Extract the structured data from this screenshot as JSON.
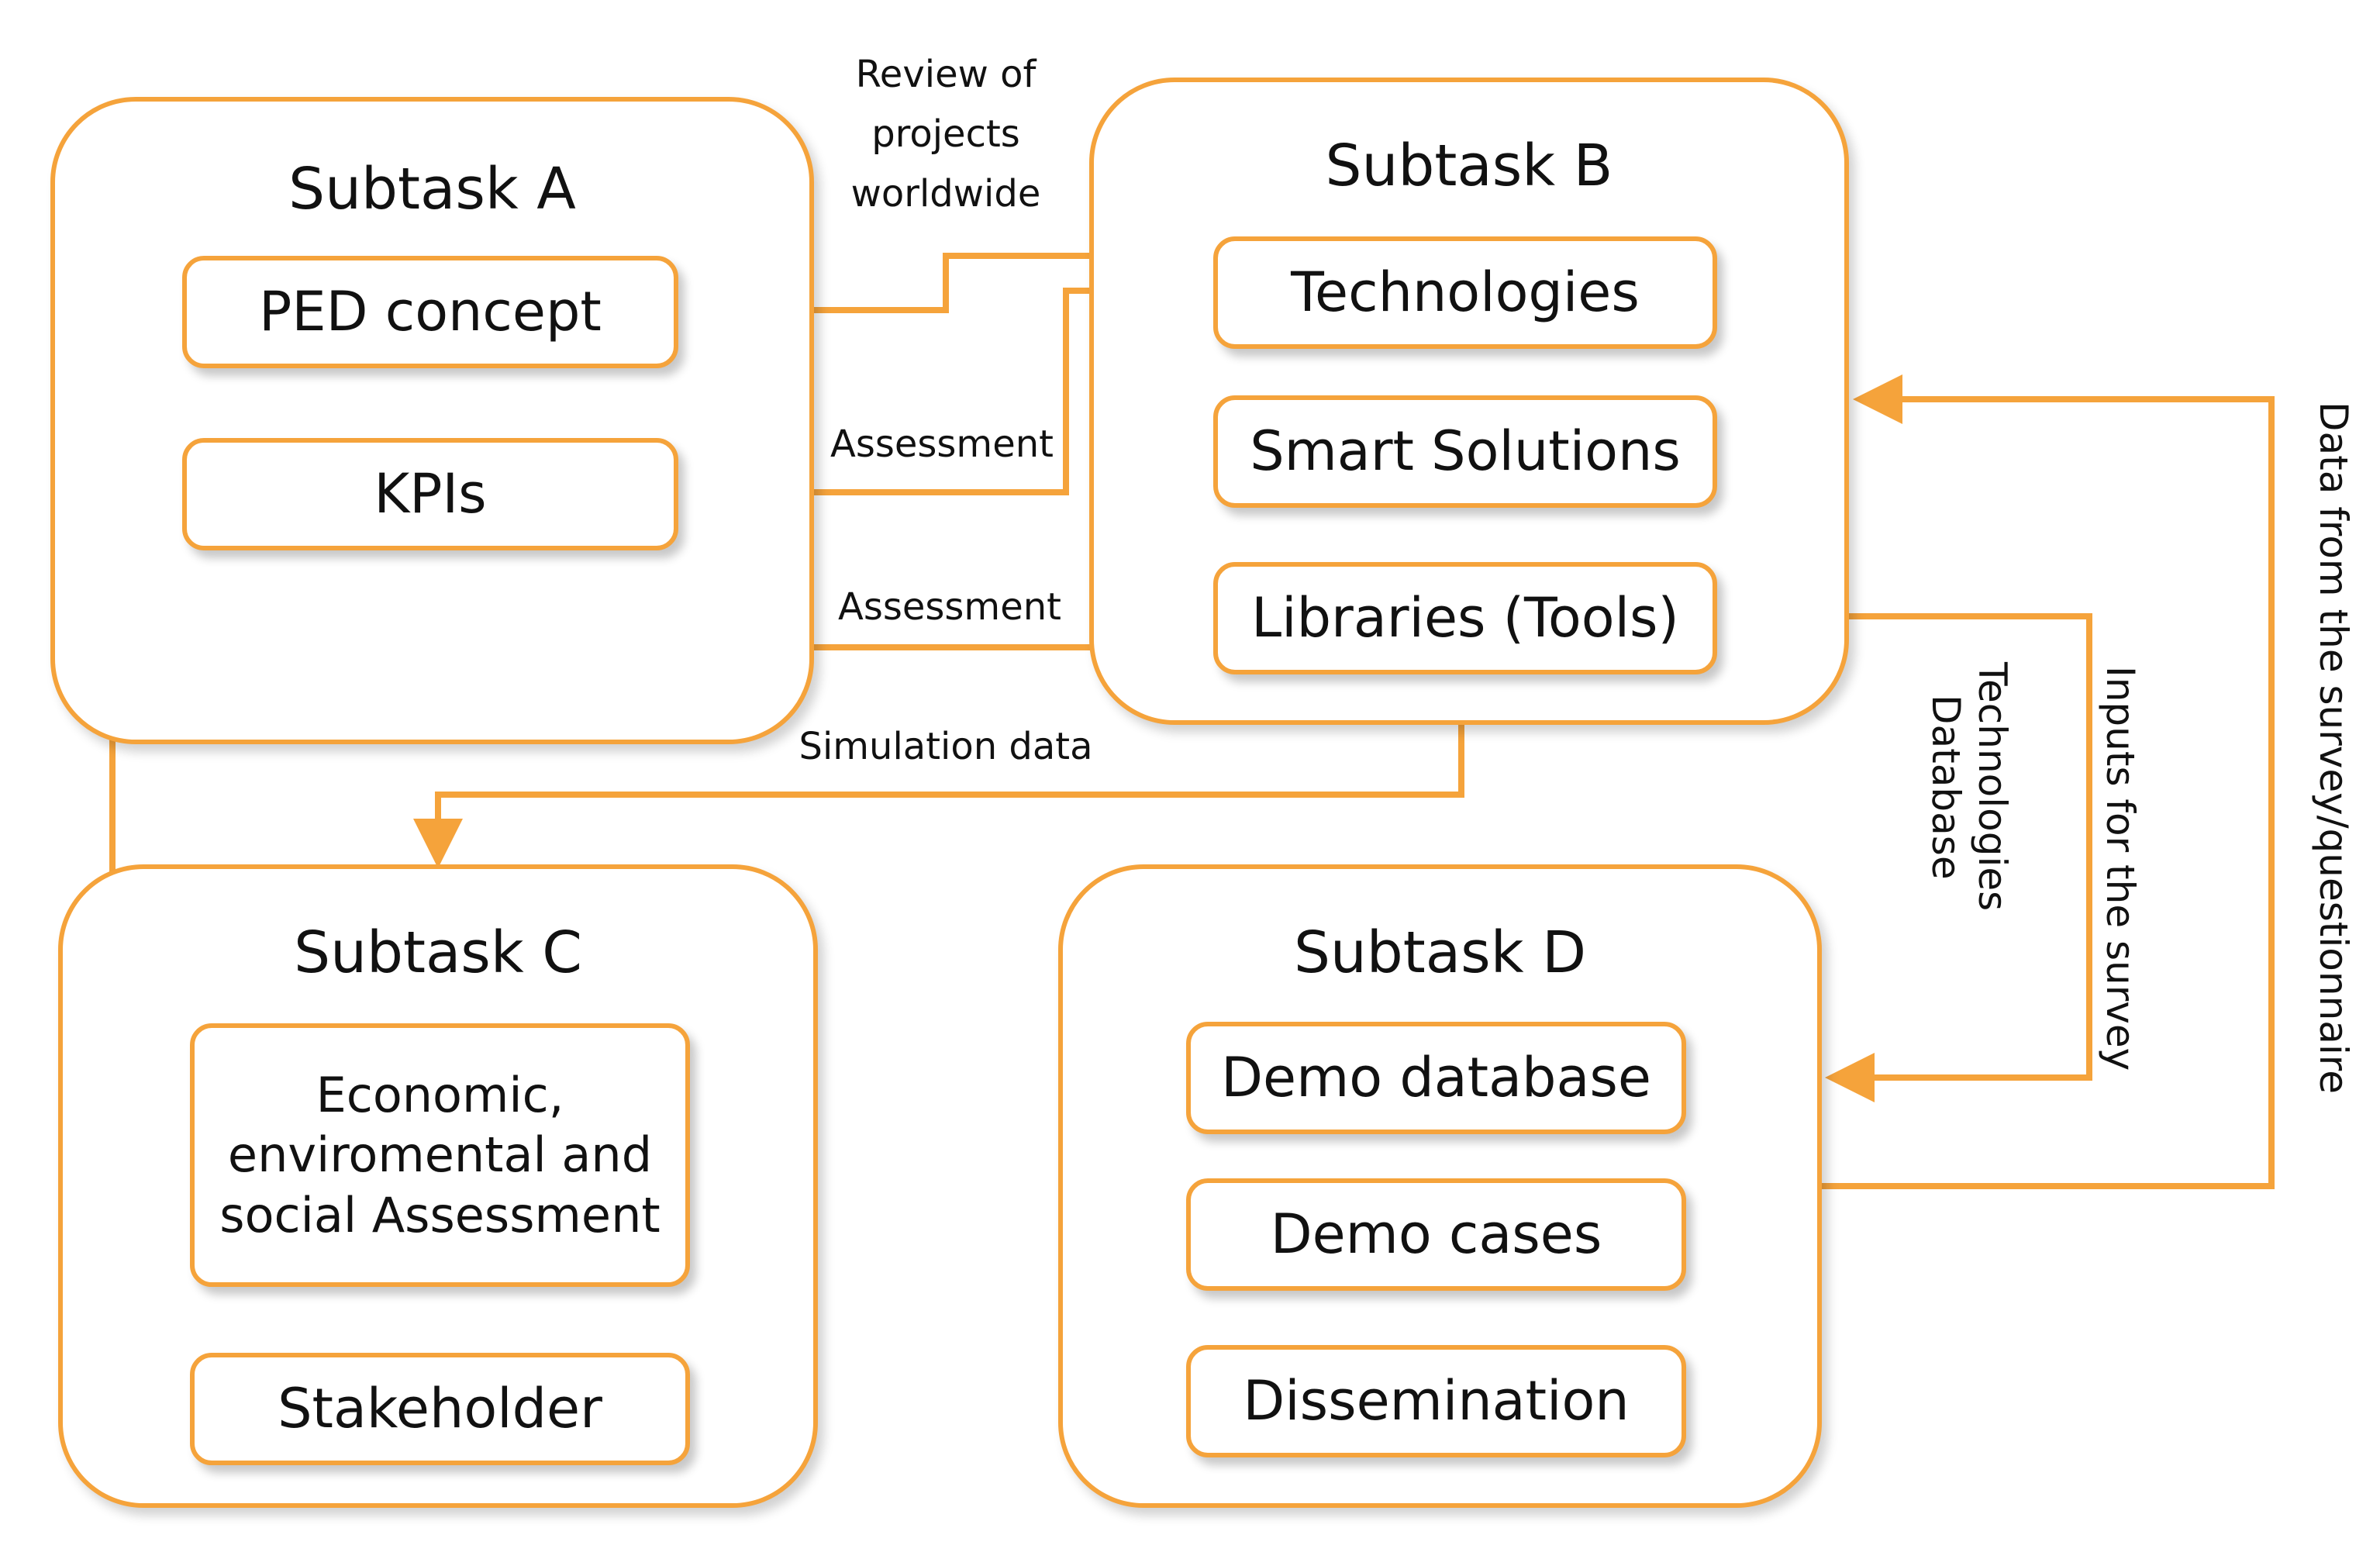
{
  "colors": {
    "accent": "#F5A33B",
    "text": "#111111",
    "background": "#FFFFFF"
  },
  "subtasks": {
    "a": {
      "title": "Subtask A",
      "items": [
        "PED concept",
        "KPIs"
      ]
    },
    "b": {
      "title": "Subtask B",
      "items": [
        "Technologies",
        "Smart Solutions",
        "Libraries (Tools)"
      ]
    },
    "c": {
      "title": "Subtask C",
      "items": [
        "Economic,\nenviromental and\nsocial Assessment",
        "Stakeholder"
      ]
    },
    "d": {
      "title": "Subtask D",
      "items": [
        "Demo database",
        "Demo cases",
        "Dissemination"
      ]
    }
  },
  "connector_labels": {
    "review": "Review of\nprojects\nworldwide",
    "assessment_1": "Assessment",
    "assessment_2": "Assessment",
    "simulation": "Simulation data",
    "tech_db": "Technologies\nDatabase",
    "survey_inputs": "Inputs for the survey",
    "survey_data": "Data from the survey/questionnaire"
  }
}
